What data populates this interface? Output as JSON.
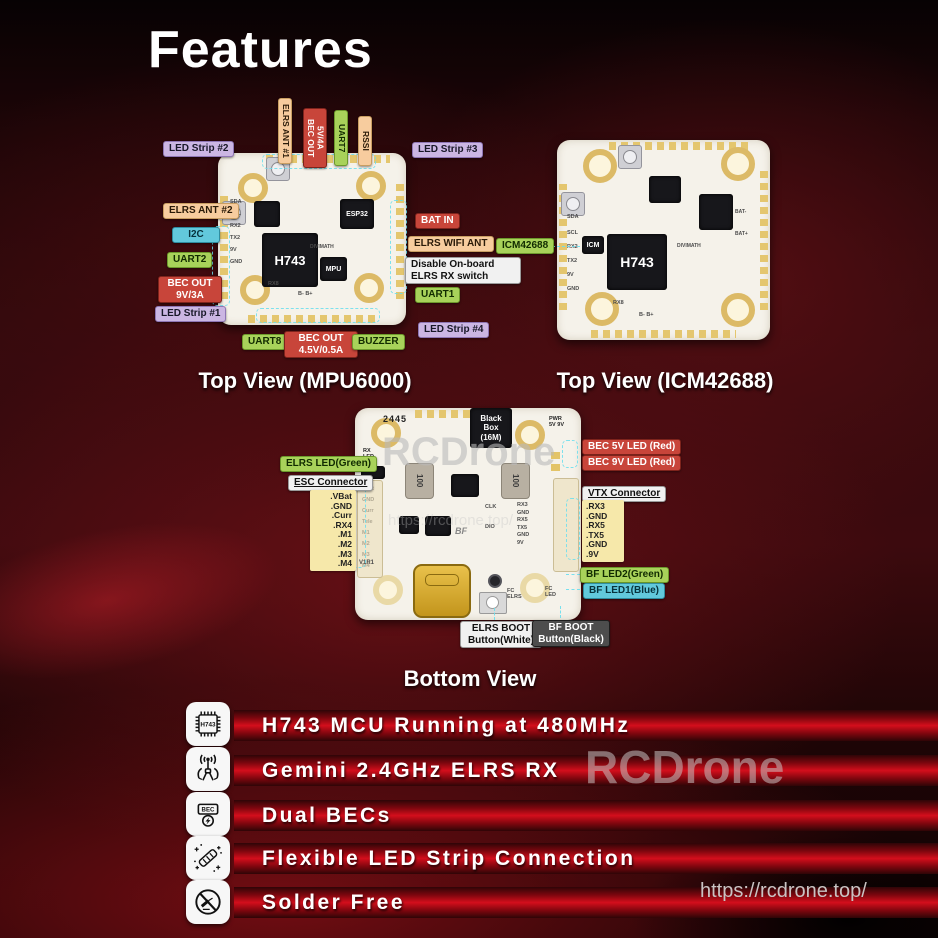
{
  "title": "Features",
  "palette": {
    "bar_red": "#d40e1c",
    "label_red": "#c8453a",
    "label_green": "#a8d25a",
    "label_lavender": "#cbb6e3",
    "label_tan": "#f7cc9e",
    "label_cyan": "#62c9dc",
    "callout_line_cyan": "#69deee",
    "pad_gold": "#e3c468"
  },
  "mpu": {
    "caption": "Top View (MPU6000)",
    "chips": {
      "mcu": "H743",
      "imu": "MPU",
      "wifi": "ESP32",
      "brand": "DIVIMATH"
    },
    "callouts_top": [
      "ELRS ANT #1",
      "BEC OUT 5V/4A",
      "UART7",
      "RSSI"
    ],
    "callouts_left": [
      "LED Strip #2",
      "ELRS ANT #2",
      "I2C",
      "UART2",
      "BEC OUT 9V/3A",
      "LED Strip #1"
    ],
    "callouts_right": [
      "LED Strip #3",
      "BAT IN",
      "ELRS WIFI ANT",
      "Disable On-board ELRS RX switch",
      "UART1",
      "LED Strip #4"
    ],
    "callouts_bottom": [
      "UART8",
      "BEC OUT 4.5V/0.5A",
      "BUZZER"
    ],
    "silk_left": [
      "SDA",
      "SCL",
      "RX2",
      "TX2",
      "9V",
      "GND"
    ],
    "silk_bottom": [
      "RX8",
      "B-  B+"
    ]
  },
  "icm": {
    "caption": "Top View (ICM42688)",
    "callout": "ICM42688",
    "chips": {
      "mcu": "H743",
      "imu": "ICM",
      "brand": "DIVIMATH"
    },
    "silk_left": [
      "SDA",
      "SCL",
      "RX2",
      "TX2",
      "9V",
      "GND"
    ],
    "silk_right": [
      "BAT-",
      "BAT+"
    ],
    "silk_bottom": [
      "RX8",
      "B-  B+"
    ]
  },
  "bottom": {
    "caption": "Bottom View",
    "silk": {
      "date_code": "2445",
      "black_box": "Black Box (16M)",
      "pwr": "PWR 5V 9V",
      "rx_led": "RX LED",
      "inductor_left": "100",
      "inductor_right": "100",
      "bf_logo": "BF",
      "clk": "CLK",
      "dio": "DIO",
      "version": "V1R1",
      "fc_elrs": "FC ELRS",
      "fc_led": "FC LED",
      "vtx_pads": [
        "RX3",
        "GND",
        "RX5",
        "TX5",
        "GND",
        "9V"
      ],
      "esc_pads": [
        "Vbat",
        "GND",
        "Curr",
        "Tele",
        "M1",
        "M2",
        "M3",
        "M4"
      ]
    },
    "callouts": {
      "elrs_led": "ELRS LED(Green)",
      "esc_title": "ESC Connector",
      "esc_pins": [
        ".VBat",
        ".GND",
        ".Curr",
        ".RX4",
        ".M1",
        ".M2",
        ".M3",
        ".M4"
      ],
      "vtx_title": "VTX Connector",
      "vtx_pins": [
        ".RX3",
        ".GND",
        ".RX5",
        ".TX5",
        ".GND",
        ".9V"
      ],
      "bec5": "BEC 5V LED (Red)",
      "bec9": "BEC 9V LED (Red)",
      "bf_led2": "BF LED2(Green)",
      "bf_led1": "BF LED1(Blue)",
      "elrs_boot": "ELRS BOOT Button(White)",
      "bf_boot": "BF BOOT Button(Black)"
    }
  },
  "features": [
    {
      "icon": "h743-chip-icon",
      "icon_text": "H743",
      "label": "H743 MCU Running at 480MHz"
    },
    {
      "icon": "elrs-antenna-icon",
      "label": "Gemini 2.4GHz ELRS RX"
    },
    {
      "icon": "bec-icon",
      "icon_text": "BEC",
      "label": "Dual BECs"
    },
    {
      "icon": "led-strip-icon",
      "label": "Flexible LED Strip Connection"
    },
    {
      "icon": "solder-free-icon",
      "label": "Solder Free"
    }
  ],
  "watermarks": {
    "board": "RCDrone",
    "board_url": "https://rcdrone.top/",
    "mid": "RCDrone",
    "footer_url": "https://rcdrone.top/"
  }
}
